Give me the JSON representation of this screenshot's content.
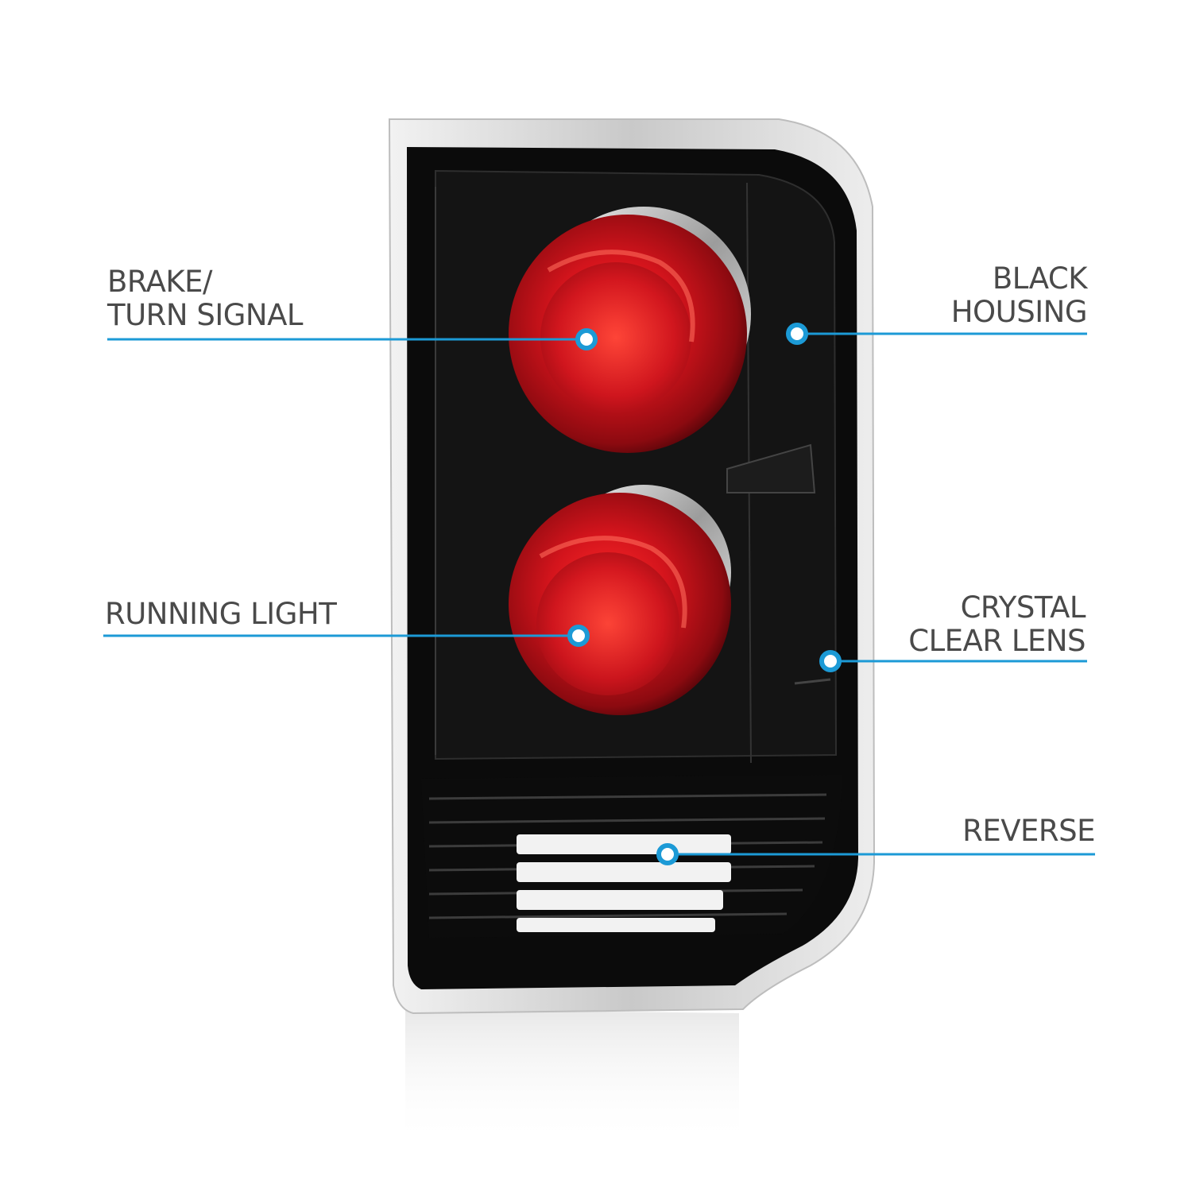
{
  "callouts": {
    "brake_turn": {
      "lines": [
        "BRAKE/",
        "TURN SIGNAL"
      ]
    },
    "running": {
      "lines": [
        "RUNNING LIGHT"
      ]
    },
    "housing": {
      "lines": [
        "BLACK",
        "HOUSING"
      ]
    },
    "lens": {
      "lines": [
        "CRYSTAL",
        "CLEAR LENS"
      ]
    },
    "reverse": {
      "lines": [
        "REVERSE"
      ]
    }
  },
  "colors": {
    "accent": "#1c9ad6",
    "text": "#4a4a4a",
    "lens_red": "#c4121f",
    "housing": "#0b0b0b"
  }
}
